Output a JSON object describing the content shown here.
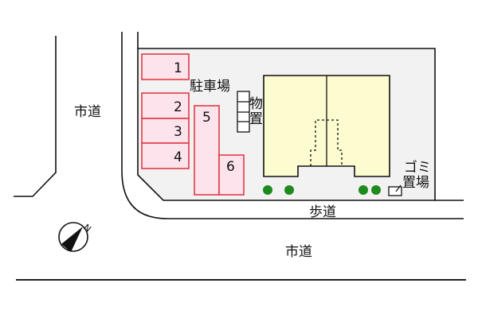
{
  "labels": {
    "road_west": "市道",
    "road_south": "市道",
    "sidewalk": "歩道",
    "parking": "駐車場",
    "storage_1": "物",
    "storage_2": "置",
    "garbage_1": "ゴミ",
    "garbage_2": "置場"
  },
  "parking_spaces": [
    "1",
    "2",
    "3",
    "4",
    "5",
    "6"
  ],
  "compass": {
    "north_label": "N"
  },
  "colors": {
    "parking_fill": "#fde3ec",
    "parking_stroke": "#e0303c",
    "building": "#fdfbd0",
    "site": "#f2f2f2",
    "tree": "#1e8a1e"
  }
}
